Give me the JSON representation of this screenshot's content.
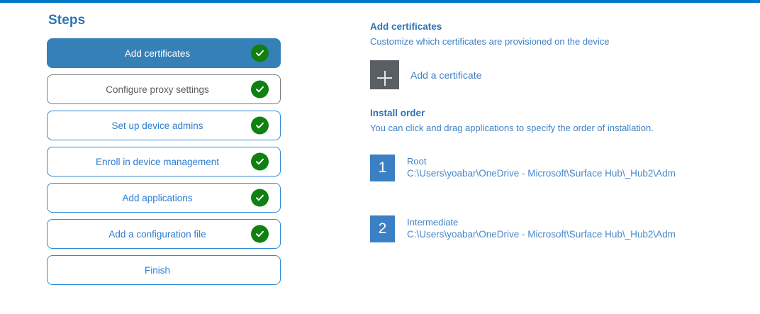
{
  "theme": {
    "accent_blue": "#0078c8",
    "heading_blue": "#2e74b5",
    "link_blue": "#3f80c4",
    "active_step_bg": "#3680b8",
    "check_green": "#108010",
    "plus_square_gray": "#5a5f63",
    "order_num_blue": "#3b7fc4",
    "muted_gray": "#5d5d5d"
  },
  "steps_panel": {
    "title": "Steps",
    "items": [
      {
        "label": "Add certificates",
        "state": "active",
        "completed": true
      },
      {
        "label": "Configure proxy settings",
        "state": "muted",
        "completed": true
      },
      {
        "label": "Set up device admins",
        "state": "default",
        "completed": true
      },
      {
        "label": "Enroll in device management",
        "state": "default",
        "completed": true
      },
      {
        "label": "Add applications",
        "state": "default",
        "completed": true
      },
      {
        "label": "Add a configuration file",
        "state": "default",
        "completed": true
      },
      {
        "label": "Finish",
        "state": "default",
        "completed": false
      }
    ]
  },
  "detail_panel": {
    "heading": "Add certificates",
    "subheading": "Customize which certificates are provisioned on the device",
    "add_certificate": {
      "icon": "plus-icon",
      "label": "Add a certificate"
    },
    "install_order": {
      "heading": "Install order",
      "subheading": "You can click and drag applications to specify the order of installation.",
      "items": [
        {
          "number": "1",
          "name": "Root",
          "path": "C:\\Users\\yoabar\\OneDrive - Microsoft\\Surface Hub\\_Hub2\\Adm"
        },
        {
          "number": "2",
          "name": "Intermediate",
          "path": "C:\\Users\\yoabar\\OneDrive - Microsoft\\Surface Hub\\_Hub2\\Adm"
        }
      ]
    }
  }
}
